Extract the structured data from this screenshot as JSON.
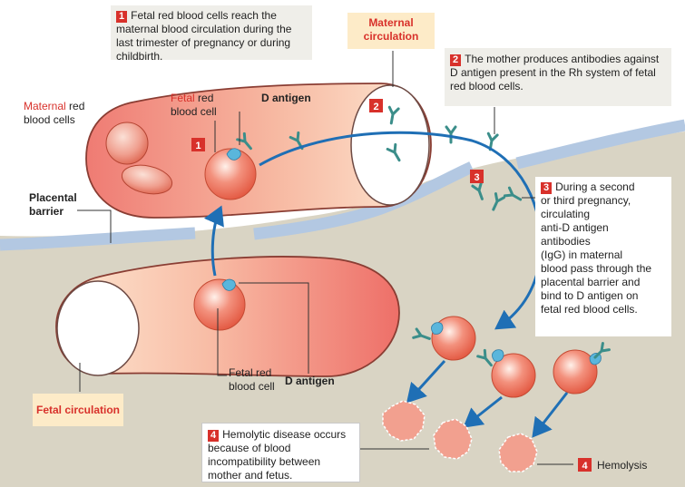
{
  "steps": {
    "s1": {
      "num": "1",
      "text": "Fetal red blood cells reach the maternal blood circulation during the last trimester of pregnancy or during childbirth."
    },
    "s2": {
      "num": "2",
      "text": "The mother produces antibodies against D antigen present in the Rh system of fetal red blood cells."
    },
    "s3": {
      "num": "3",
      "lines": [
        "During a second",
        "or third pregnancy,",
        "circulating",
        "anti-D antigen",
        "antibodies",
        "(IgG) in maternal",
        "blood pass through the",
        "placental barrier and",
        "bind to D antigen on",
        "fetal red blood cells."
      ]
    },
    "s4": {
      "num": "4",
      "text": "Hemolytic disease occurs because of blood incompatibility between mother and fetus."
    }
  },
  "labels": {
    "maternal_circulation": [
      "Maternal",
      "circulation"
    ],
    "maternal_rbc": {
      "colored": "Maternal",
      "rest": " red",
      "line2": "blood cells"
    },
    "fetal_rbc_top": {
      "colored": "Fetal",
      "rest": " red",
      "line2": "blood cell"
    },
    "d_antigen_top": "D antigen",
    "placental_barrier": [
      "Placental",
      "barrier"
    ],
    "fetal_rbc_bottom": [
      "Fetal red",
      "blood cell"
    ],
    "d_antigen_bottom": "D antigen",
    "fetal_circulation": "Fetal circulation",
    "hemolysis": "Hemolysis"
  },
  "markers": {
    "m1": "1",
    "m2": "2",
    "m3": "3",
    "m4": "4"
  },
  "colors": {
    "accent_red": "#d8312b",
    "arrow_blue": "#1f6fb5",
    "barrier_blue": "#b3c8e2",
    "antibody_teal": "#3b8e8a",
    "antigen_cyan": "#5ab6dc",
    "tissue": "#d9d4c4"
  }
}
